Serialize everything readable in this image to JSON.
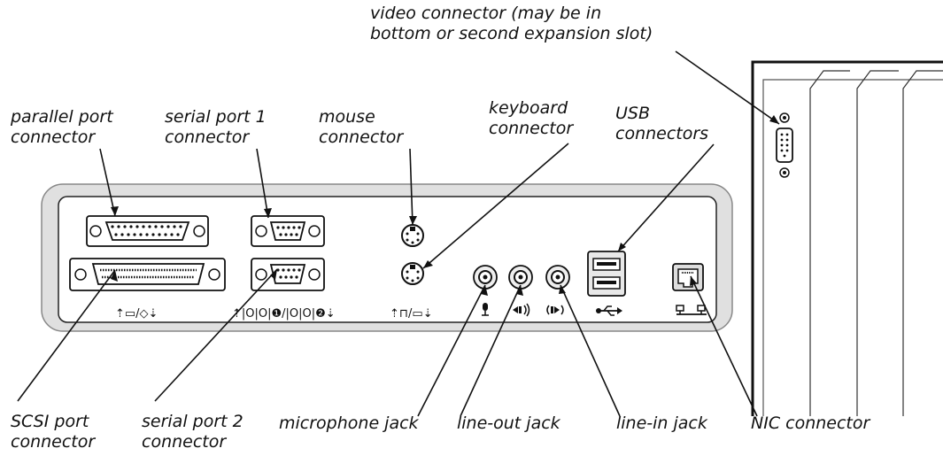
{
  "labels": {
    "video": "video connector (may be in\nbottom or second expansion slot)",
    "parallel": "parallel port\nconnector",
    "serial1": "serial port 1\nconnector",
    "mouse": "mouse\nconnector",
    "keyboard": "keyboard\nconnector",
    "usb": "USB\nconnectors",
    "scsi": "SCSI port\nconnector",
    "serial2": "serial port 2\nconnector",
    "microphone": "microphone jack",
    "lineout": "line-out jack",
    "linein": "line-in jack",
    "nic": "NIC connector"
  },
  "port_symbols": {
    "parallel_scsi": "⇡▭/◇⇣",
    "serial": "⇡|O|O|❶/|O|O|❷⇣",
    "mouse_keyboard": "⇡⊓/▭⇣"
  },
  "icons": [
    "microphone-icon",
    "line-out-icon",
    "line-in-icon",
    "usb-icon",
    "network-icon"
  ]
}
